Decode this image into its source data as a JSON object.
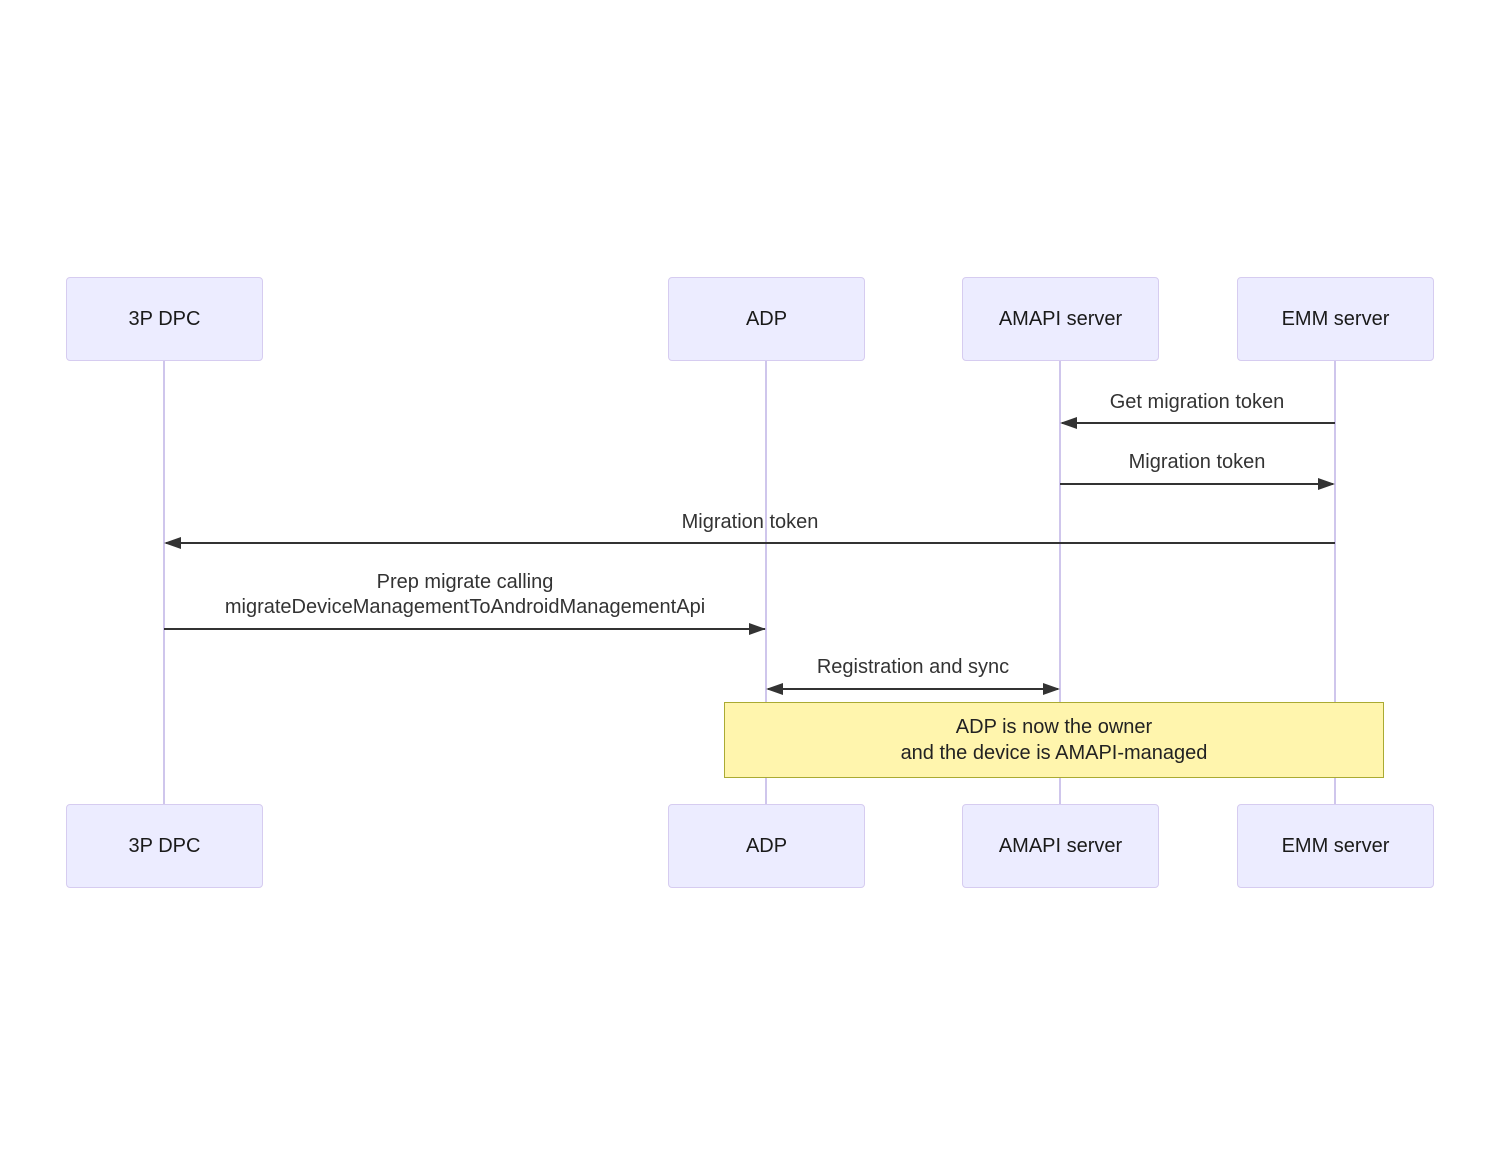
{
  "diagram": {
    "type": "sequence-diagram",
    "actors": [
      {
        "id": "3p-dpc",
        "label": "3P DPC"
      },
      {
        "id": "adp",
        "label": "ADP"
      },
      {
        "id": "amapi-server",
        "label": "AMAPI server"
      },
      {
        "id": "emm-server",
        "label": "EMM server"
      }
    ],
    "messages": [
      {
        "from": "EMM server",
        "to": "AMAPI server",
        "arrow": "left",
        "lines": [
          "Get migration token"
        ]
      },
      {
        "from": "AMAPI server",
        "to": "EMM server",
        "arrow": "right",
        "lines": [
          "Migration token"
        ]
      },
      {
        "from": "EMM server",
        "to": "3P DPC",
        "arrow": "left",
        "lines": [
          "Migration token"
        ]
      },
      {
        "from": "3P DPC",
        "to": "ADP",
        "arrow": "right",
        "lines": [
          "Prep migrate calling",
          "migrateDeviceManagementToAndroidManagementApi"
        ]
      },
      {
        "from": "ADP",
        "to": "AMAPI server",
        "arrow": "both",
        "lines": [
          "Registration and sync"
        ]
      }
    ],
    "note": {
      "over": [
        "ADP",
        "EMM server"
      ],
      "lines": [
        "ADP is now the owner",
        "and the device is AMAPI-managed"
      ]
    },
    "colors": {
      "actor_fill": "#ECECFF",
      "actor_border": "#D6CCF0",
      "lifeline": "#CFC6EC",
      "arrow": "#333333",
      "message_text": "#333333",
      "note_fill": "#FFF5AD",
      "note_border": "#AAAA33"
    }
  }
}
